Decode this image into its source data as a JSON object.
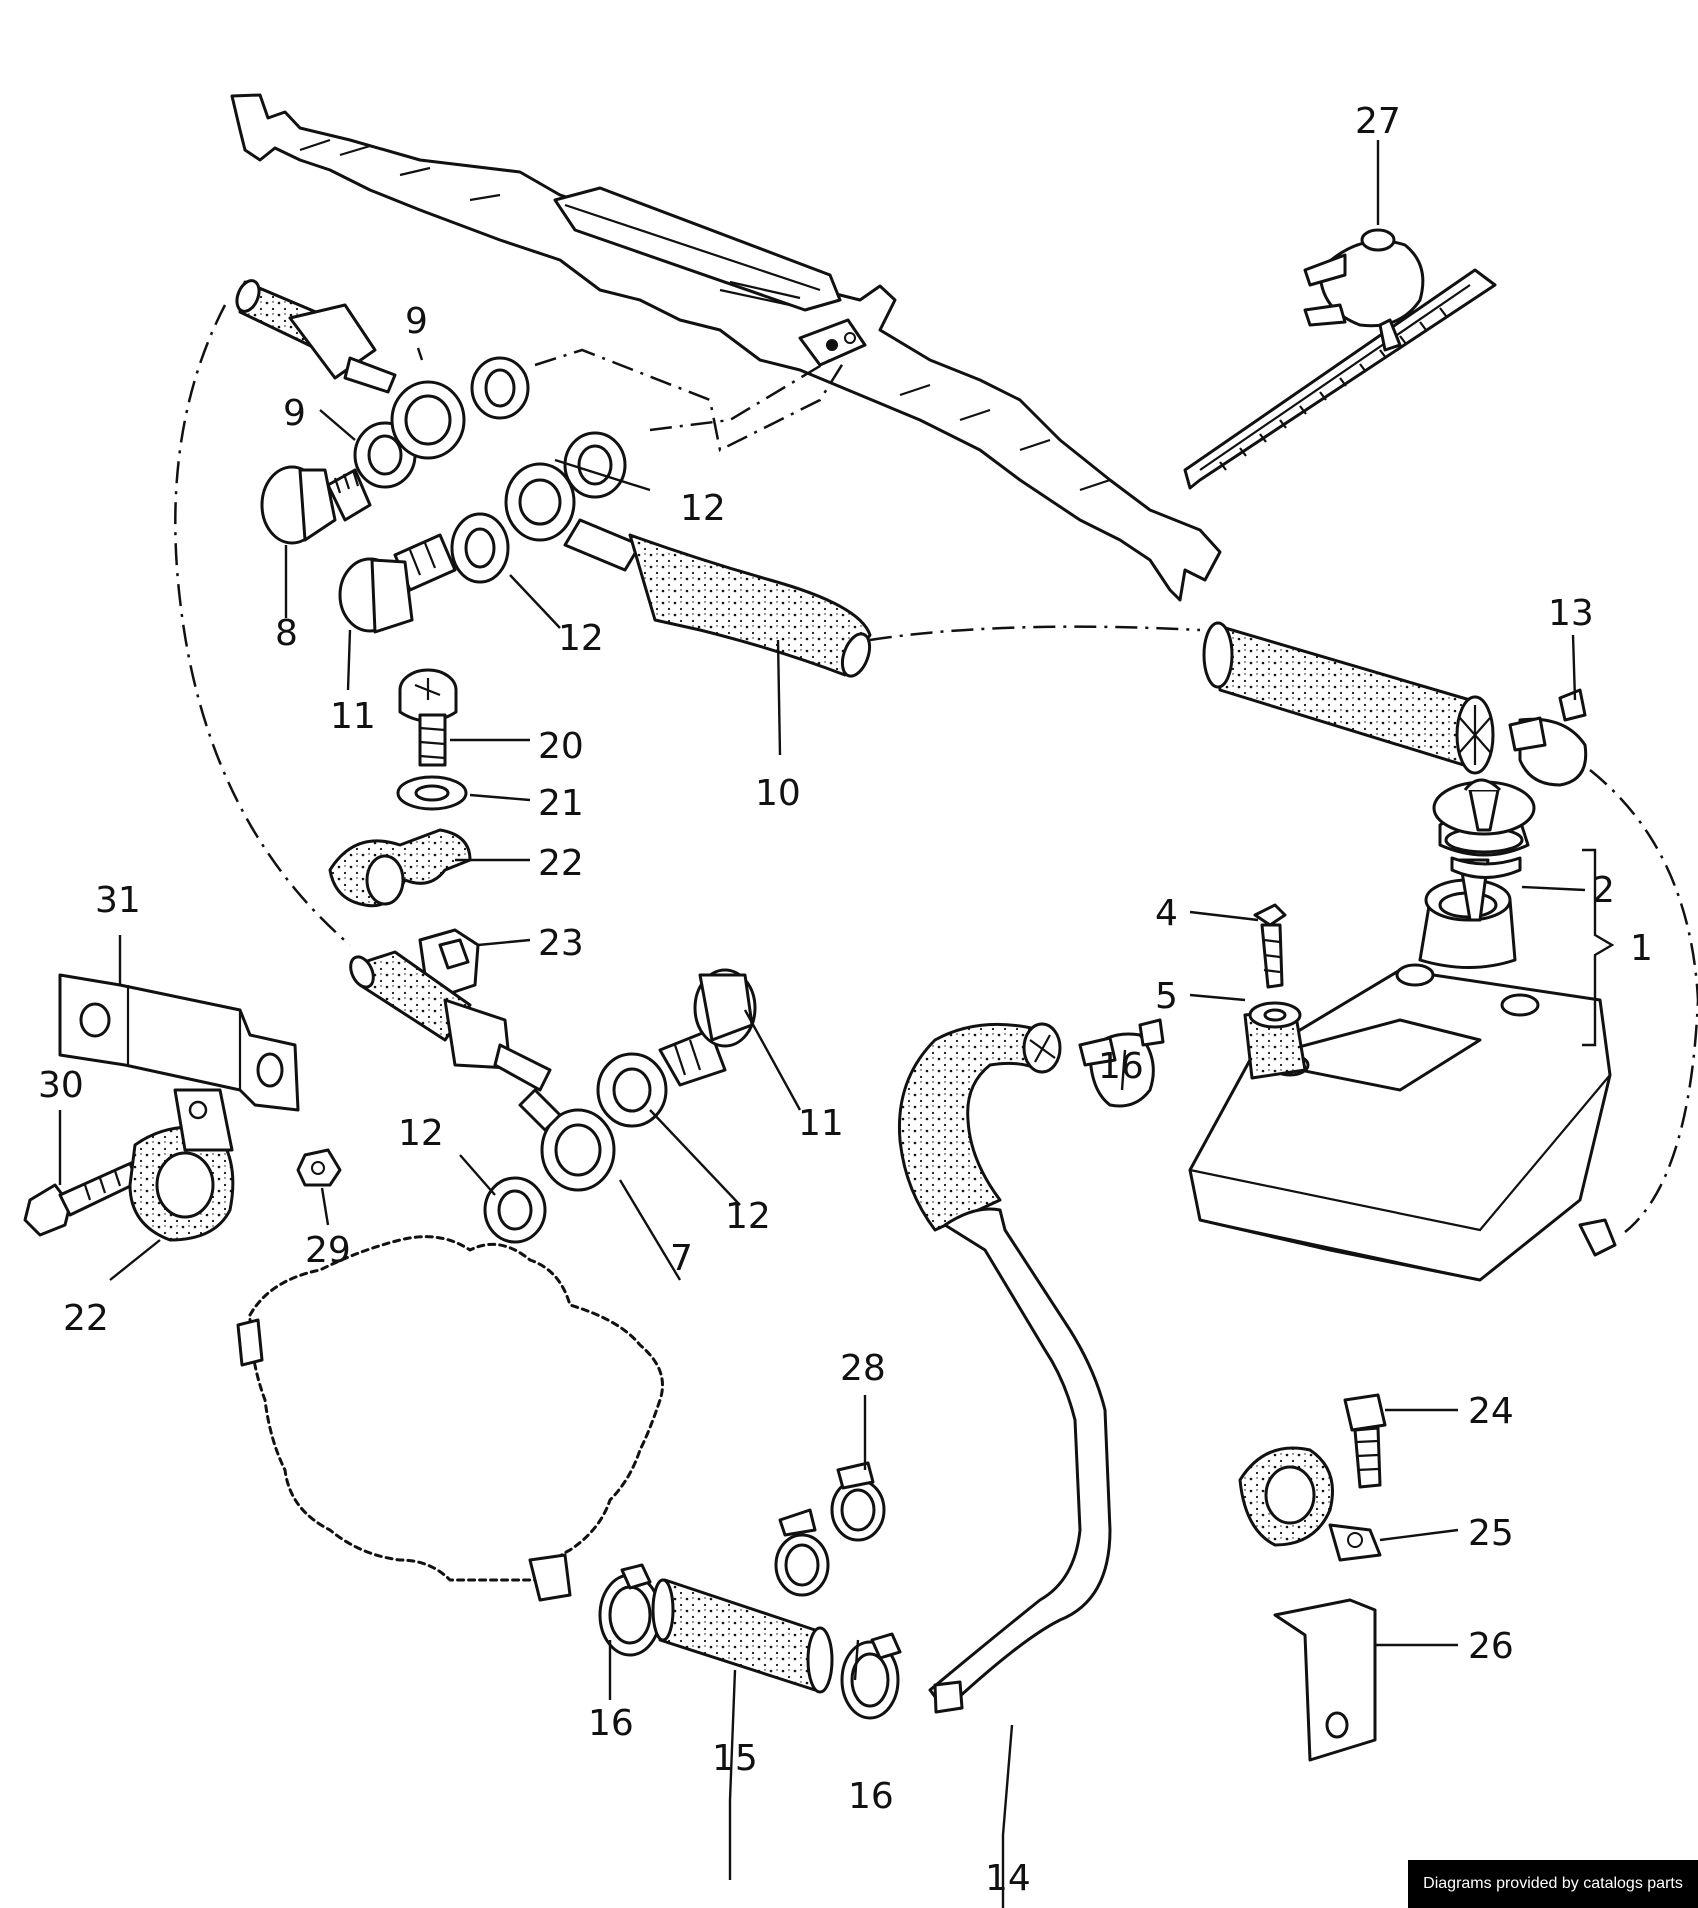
{
  "diagram": {
    "labels": {
      "p1": "1",
      "p2": "2",
      "p4": "4",
      "p5": "5",
      "p7": "7",
      "p8": "8",
      "p9a": "9",
      "p9b": "9",
      "p10": "10",
      "p11a": "11",
      "p11b": "11",
      "p12a": "12",
      "p12b": "12",
      "p12c": "12",
      "p12d": "12",
      "p13": "13",
      "p14": "14",
      "p15": "15",
      "p16a": "16",
      "p16b": "16",
      "p16c": "16",
      "p20": "20",
      "p21": "21",
      "p22a": "22",
      "p22b": "22",
      "p23": "23",
      "p24": "24",
      "p25": "25",
      "p26": "26",
      "p27": "27",
      "p28": "28",
      "p29": "29",
      "p30": "30",
      "p31": "31"
    }
  },
  "footer": {
    "credit": "Diagrams provided by catalogs parts"
  }
}
